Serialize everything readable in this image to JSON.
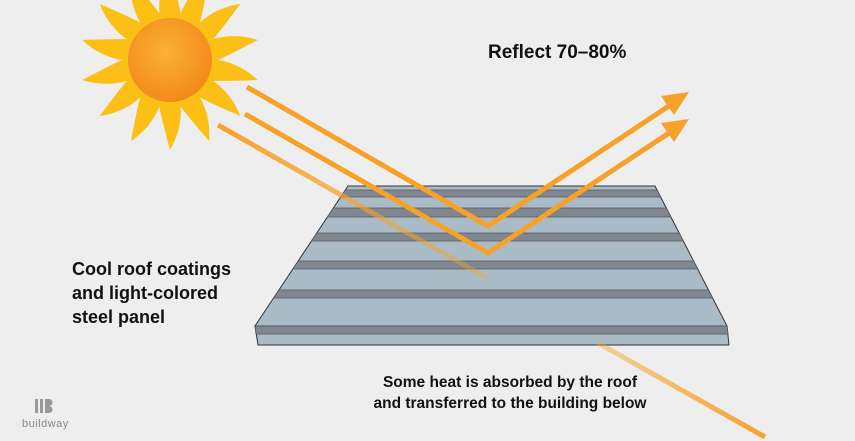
{
  "labels": {
    "reflect": "Reflect 70–80%",
    "coating_lines": [
      "Cool roof coatings",
      "and light-colored",
      "steel panel"
    ],
    "absorb_lines": [
      "Some heat is absorbed by the roof",
      "and transferred to the building below"
    ]
  },
  "logo": {
    "text": "buildway"
  },
  "colors": {
    "ray": "#f7a128",
    "panel": "#a9bbc7",
    "stripe": "#7f8890",
    "sun_outer": "#f9b700",
    "sun_inner": "#f58a1f",
    "background": "#eeeeee"
  }
}
